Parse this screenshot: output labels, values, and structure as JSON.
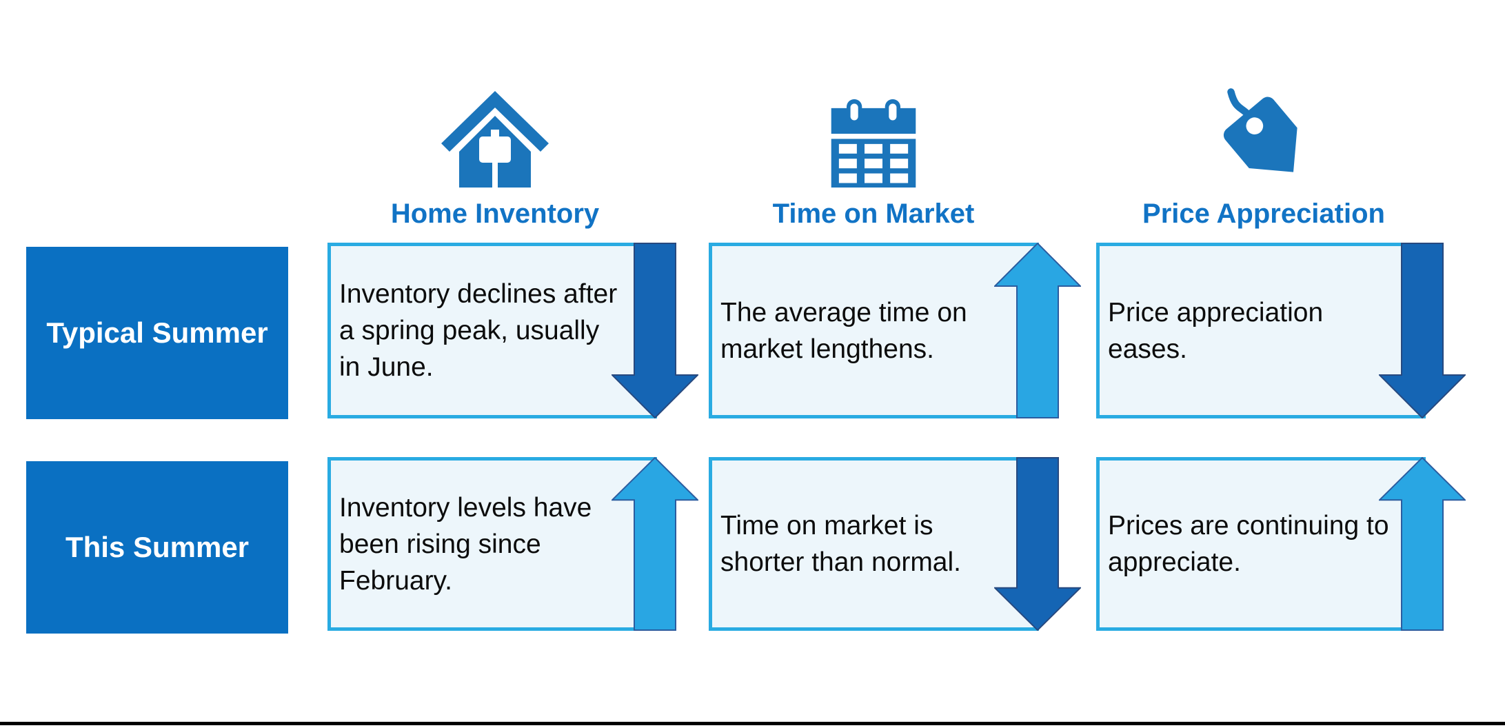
{
  "colors": {
    "primary_blue": "#0a70c2",
    "icon_blue": "#1b75bb",
    "header_text_blue": "#1173c5",
    "cell_border_cyan": "#29abe2",
    "cell_background": "#edf6fb",
    "arrow_dark_blue": "#1565b4",
    "arrow_light_blue": "#29a6e3",
    "body_text": "#0c0c0c",
    "bottom_rule": "#000000"
  },
  "columns": [
    {
      "icon": "house-icon",
      "label": "Home Inventory"
    },
    {
      "icon": "calendar-icon",
      "label": "Time on Market"
    },
    {
      "icon": "price-tag-icon",
      "label": "Price Appreciation"
    }
  ],
  "rows": [
    {
      "label": "Typical Summer",
      "cells": [
        {
          "text": "Inventory declines after\na spring peak, usually\nin June.",
          "arrow": {
            "direction": "down",
            "color": "dark-blue"
          }
        },
        {
          "text": "The average time on\nmarket lengthens.",
          "arrow": {
            "direction": "up",
            "color": "light-blue"
          }
        },
        {
          "text": "Price appreciation\neases.",
          "arrow": {
            "direction": "down",
            "color": "dark-blue"
          }
        }
      ]
    },
    {
      "label": "This Summer",
      "cells": [
        {
          "text": "Inventory levels have\nbeen rising since\nFebruary.",
          "arrow": {
            "direction": "up",
            "color": "light-blue"
          }
        },
        {
          "text": "Time on market is\nshorter than normal.",
          "arrow": {
            "direction": "down",
            "color": "dark-blue"
          }
        },
        {
          "text": "Prices are continuing to\nappreciate.",
          "arrow": {
            "direction": "up",
            "color": "light-blue"
          }
        }
      ]
    }
  ]
}
